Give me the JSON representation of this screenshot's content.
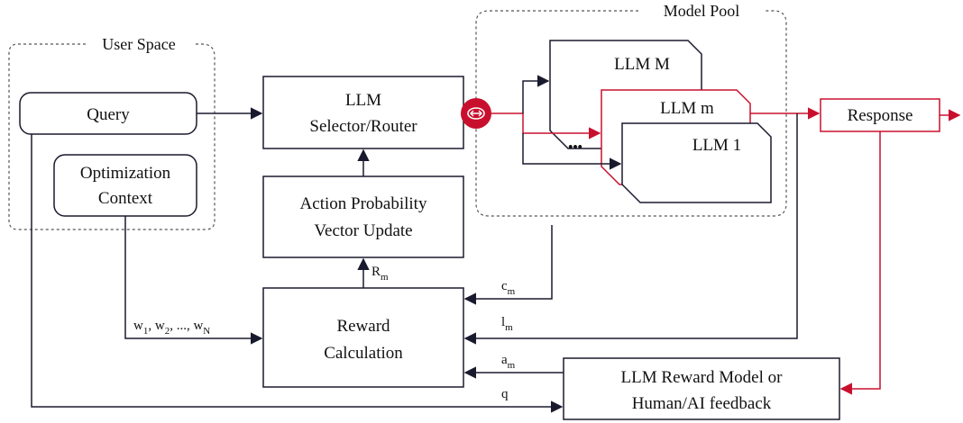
{
  "colors": {
    "ink": "#1a1a2e",
    "accent": "#c8102e",
    "dash": "#555555"
  },
  "user_space": {
    "label": "User Space"
  },
  "model_pool": {
    "label": "Model Pool"
  },
  "query": {
    "label": "Query"
  },
  "optimization": {
    "line1": "Optimization",
    "line2": "Context"
  },
  "selector": {
    "line1": "LLM",
    "line2": "Selector/Router",
    "router_icon": "router-icon"
  },
  "llms": {
    "top": "LLM M",
    "middle": "LLM m",
    "bottom": "LLM 1",
    "ellipsis": "•••"
  },
  "response": {
    "label": "Response"
  },
  "action_update": {
    "line1": "Action Probability",
    "line2": "Vector Update"
  },
  "reward_calc": {
    "line1": "Reward",
    "line2": "Calculation"
  },
  "reward_model": {
    "line1": "LLM Reward Model or",
    "line2": "Human/AI feedback"
  },
  "edge_labels": {
    "r": "R",
    "r_sub": "m",
    "c": "c",
    "c_sub": "m",
    "l": "l",
    "l_sub": "m",
    "a": "a",
    "a_sub": "m",
    "q": "q",
    "w1": "w",
    "w1_sub": "1",
    "w2": ", w",
    "w2_sub": "2",
    "wn": ", ..., w",
    "wn_sub": "N"
  }
}
